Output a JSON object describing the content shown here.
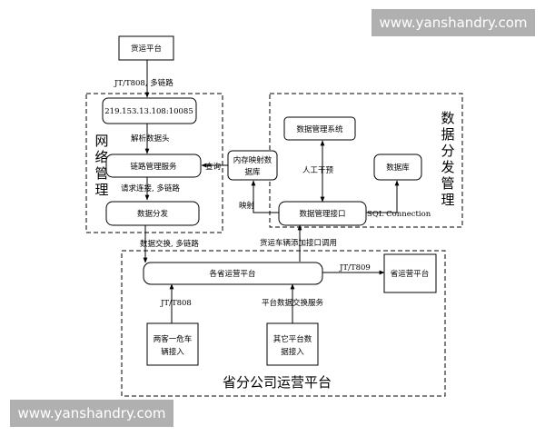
{
  "watermark": {
    "text": "www.yanshandry.com"
  },
  "regions": {
    "network": "网络管理",
    "data_dist": "数据分发管理",
    "provincial": "省分公司运营平台"
  },
  "boxes": {
    "freight": "货运平台",
    "ip": "219.153.13.108:10085",
    "link_service": "链路管理服务",
    "data_dist_box": "数据分发",
    "memory": [
      "内存映射数",
      "据库"
    ],
    "mgmt_system": "数据管理系统",
    "database": "数据库",
    "mgmt_interface": "数据管理接口",
    "provincial_platform": "各省运营平台",
    "province_op": "省运营平台",
    "two_vehicle": [
      "两客一危车",
      "辆接入"
    ],
    "other_platform": [
      "其它平台数",
      "据接入"
    ]
  },
  "labels": {
    "jt808_multi": "JT/T808, 多链路",
    "parse_header": "解析数据头",
    "query": "查询",
    "request_connect": "请求连接, 多链路",
    "mapping": "映射",
    "manual": "人工干预",
    "sql": "SQL Connection",
    "exchange": "数据交换, 多链路",
    "vehicle_call": "货运车辆添加接口调用",
    "jt809": "JT/T809",
    "jt808": "JT/T808",
    "platform_exchange": "平台数据交换服务"
  }
}
